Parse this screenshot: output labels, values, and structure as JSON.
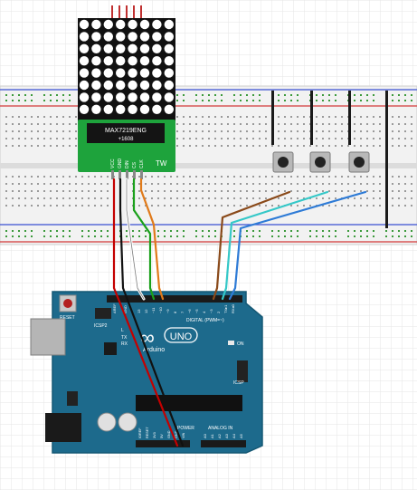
{
  "module": {
    "chip_line1": "MAX7219ENG",
    "chip_line2": "+1608",
    "pin_labels": [
      "VCC",
      "GND",
      "DIN",
      "CS",
      "CLK"
    ],
    "corner_mark": "TW"
  },
  "buttons": {
    "count": 3
  },
  "arduino": {
    "logo_text": "Arduino",
    "logo_symbol": "∞",
    "model": "UNO",
    "reset_label": "RESET",
    "icsp_label": "ICSP2",
    "icsp_label_right": "ICSP",
    "on_label": "ON",
    "tx_label": "TX",
    "rx_label": "RX",
    "l_label": "L",
    "digital_label": "DIGITAL (PWM=~)",
    "power_label": "POWER",
    "analog_label": "ANALOG IN",
    "aref_label": "AREF",
    "gnd_label": "GND",
    "power_pins": [
      "IOREF",
      "RESET",
      "3V3",
      "5V",
      "GND",
      "GND",
      "VIN"
    ],
    "analog_pins": [
      "A0",
      "A1",
      "A2",
      "A3",
      "A4",
      "A5"
    ],
    "digital_pins": [
      "13",
      "12",
      "~11",
      "~10",
      "~9",
      "8",
      "7",
      "~6",
      "~5",
      "4",
      "~3",
      "2",
      "TX▸1",
      "RX◂0"
    ]
  },
  "colors": {
    "board": "#1d6a8c",
    "board_dark": "#155874",
    "module_pcb": "#1ea33c",
    "matrix_bg": "#111111",
    "matrix_dot": "#ffffff",
    "breadboard": "#f2f2f2",
    "rail_red": "#d33a3a",
    "rail_blue": "#3a4fd3",
    "wire_red": "#c40000",
    "wire_black": "#111111",
    "wire_white": "#ffffff",
    "wire_green": "#1aa01a",
    "wire_orange": "#e07a1a",
    "wire_brown": "#8a4a1a",
    "wire_cyan": "#35c8c8",
    "wire_blue": "#2e7bd6",
    "grid": "#e6e6e6"
  }
}
